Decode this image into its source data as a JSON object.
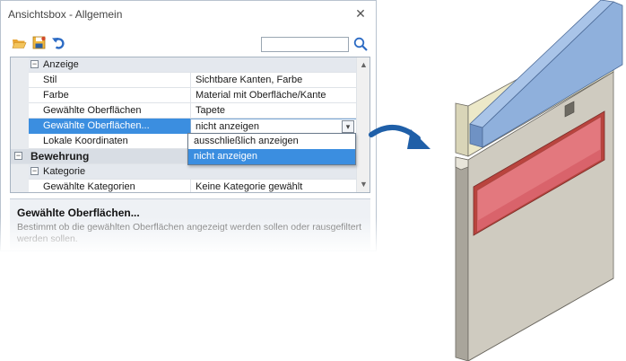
{
  "window": {
    "title": "Ansichtsbox - Allgemein"
  },
  "toolbar": {
    "open_icon": "folder-open-icon",
    "save_icon": "save-icon",
    "undo_icon": "undo-icon",
    "search_placeholder": "",
    "search_icon": "search-icon"
  },
  "grid": {
    "rows": [
      {
        "type": "category",
        "label": "Anzeige",
        "expander": "−"
      },
      {
        "type": "property",
        "name": "Stil",
        "value": "Sichtbare Kanten, Farbe"
      },
      {
        "type": "property",
        "name": "Farbe",
        "value": "Material mit Oberfläche/Kante"
      },
      {
        "type": "property",
        "name": "Gewählte Oberflächen",
        "value": "Tapete"
      },
      {
        "type": "property",
        "name": "Gewählte Oberflächen...",
        "value": "nicht anzeigen",
        "selected": true
      },
      {
        "type": "property",
        "name": "Lokale Koordinaten",
        "value": ""
      },
      {
        "type": "category-main",
        "label": "Bewehrung",
        "expander": "−"
      },
      {
        "type": "category",
        "label": "Kategorie",
        "expander": "−"
      },
      {
        "type": "property",
        "name": "Gewählte Kategorien",
        "value": "Keine Kategorie gewählt"
      }
    ],
    "dropdown_options": [
      {
        "label": "ausschließlich anzeigen",
        "active": false
      },
      {
        "label": "nicht anzeigen",
        "active": true
      }
    ]
  },
  "description": {
    "title": "Gewählte Oberflächen...",
    "text": "Bestimmt ob die gewählten Oberflächen angezeigt werden sollen oder rausgefiltert werden sollen."
  },
  "colors": {
    "selection": "#3b8ee0",
    "wall_face": "#cfcbc0",
    "wall_top": "#e8e5da",
    "blue_layer": "#8fb0dc",
    "cream_layer": "#ece8c8",
    "pink_area": "#e3787e",
    "arrow": "#1f5fa8"
  }
}
